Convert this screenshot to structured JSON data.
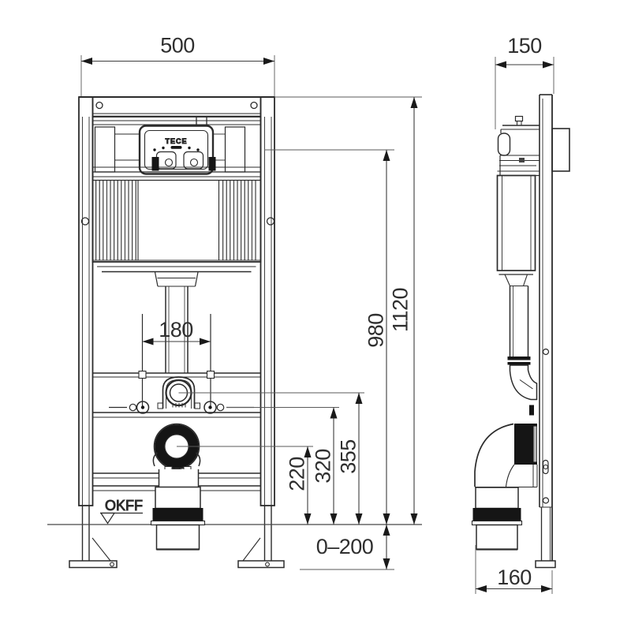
{
  "drawing": {
    "brand_logo": "TECE",
    "colors": {
      "line": "#2b2b2b",
      "fill_black": "#151515",
      "background": "#ffffff"
    },
    "icons": {
      "floor_level": "level-triangle-icon",
      "arrowheads": "dimension-arrow-icon"
    },
    "views": {
      "front": {
        "floor_marker": {
          "label": "OKFF"
        },
        "dims": {
          "width": "500",
          "total_height": "1120",
          "height_980": "980",
          "flush_elbow_height": "355",
          "fixing_height": "320",
          "outlet_height": "220",
          "stud_spacing": "180",
          "leg_adjust_range": "0–200"
        }
      },
      "side": {
        "dims": {
          "depth": "150",
          "outlet_offset": "160"
        }
      }
    }
  }
}
